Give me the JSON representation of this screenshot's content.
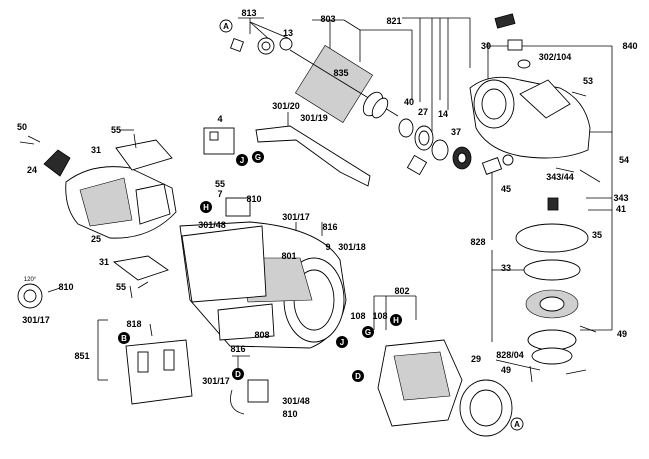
{
  "diagram": {
    "callouts": [
      {
        "id": "c813",
        "text": "813"
      },
      {
        "id": "c803",
        "text": "803"
      },
      {
        "id": "c821",
        "text": "821"
      },
      {
        "id": "c840",
        "text": "840"
      },
      {
        "id": "c30",
        "text": "30"
      },
      {
        "id": "c302_104",
        "text": "302/104"
      },
      {
        "id": "c13",
        "text": "13"
      },
      {
        "id": "c835",
        "text": "835"
      },
      {
        "id": "c53",
        "text": "53"
      },
      {
        "id": "c50",
        "text": "50"
      },
      {
        "id": "c55a",
        "text": "55"
      },
      {
        "id": "c4",
        "text": "4"
      },
      {
        "id": "c301_20",
        "text": "301/20"
      },
      {
        "id": "c301_19",
        "text": "301/19"
      },
      {
        "id": "c40",
        "text": "40"
      },
      {
        "id": "c27",
        "text": "27"
      },
      {
        "id": "c14",
        "text": "14"
      },
      {
        "id": "c37",
        "text": "37"
      },
      {
        "id": "c54",
        "text": "54"
      },
      {
        "id": "c31a",
        "text": "31"
      },
      {
        "id": "c24",
        "text": "24"
      },
      {
        "id": "c55b",
        "text": "55"
      },
      {
        "id": "c7",
        "text": "7"
      },
      {
        "id": "c343_44",
        "text": "343/44"
      },
      {
        "id": "c45",
        "text": "45"
      },
      {
        "id": "c343",
        "text": "343"
      },
      {
        "id": "c41",
        "text": "41"
      },
      {
        "id": "c810a",
        "text": "810"
      },
      {
        "id": "c301_17a",
        "text": "301/17"
      },
      {
        "id": "c816a",
        "text": "816"
      },
      {
        "id": "c301_48a",
        "text": "301/48"
      },
      {
        "id": "c25",
        "text": "25"
      },
      {
        "id": "c35",
        "text": "35"
      },
      {
        "id": "c828",
        "text": "828"
      },
      {
        "id": "c9",
        "text": "9"
      },
      {
        "id": "c301_18",
        "text": "301/18"
      },
      {
        "id": "c801",
        "text": "801"
      },
      {
        "id": "c31b",
        "text": "31"
      },
      {
        "id": "c33",
        "text": "33"
      },
      {
        "id": "c810b",
        "text": "810"
      },
      {
        "id": "c55c",
        "text": "55"
      },
      {
        "id": "c301_17b",
        "text": "301/17"
      },
      {
        "id": "c802",
        "text": "802"
      },
      {
        "id": "c818",
        "text": "818"
      },
      {
        "id": "c108a",
        "text": "108"
      },
      {
        "id": "c108b",
        "text": "108"
      },
      {
        "id": "c808",
        "text": "808"
      },
      {
        "id": "c49a",
        "text": "49"
      },
      {
        "id": "c851",
        "text": "851"
      },
      {
        "id": "c816b",
        "text": "816"
      },
      {
        "id": "c29",
        "text": "29"
      },
      {
        "id": "c828_04",
        "text": "828/04"
      },
      {
        "id": "c49b",
        "text": "49"
      },
      {
        "id": "c301_17c",
        "text": "301/17"
      },
      {
        "id": "c301_48b",
        "text": "301/48"
      },
      {
        "id": "c810c",
        "text": "810"
      },
      {
        "id": "c120deg",
        "text": "120°"
      }
    ],
    "badges": [
      {
        "id": "bA1",
        "text": "A",
        "style": "outline"
      },
      {
        "id": "bA2",
        "text": "A",
        "style": "outline"
      },
      {
        "id": "bB",
        "text": "B",
        "style": "filled"
      },
      {
        "id": "bD1",
        "text": "D",
        "style": "filled"
      },
      {
        "id": "bD2",
        "text": "D",
        "style": "filled"
      },
      {
        "id": "bG1",
        "text": "G",
        "style": "filled"
      },
      {
        "id": "bG2",
        "text": "G",
        "style": "filled"
      },
      {
        "id": "bH1",
        "text": "H",
        "style": "filled"
      },
      {
        "id": "bH2",
        "text": "H",
        "style": "filled"
      },
      {
        "id": "bJ1",
        "text": "J",
        "style": "filled"
      },
      {
        "id": "bJ2",
        "text": "J",
        "style": "filled"
      }
    ]
  }
}
